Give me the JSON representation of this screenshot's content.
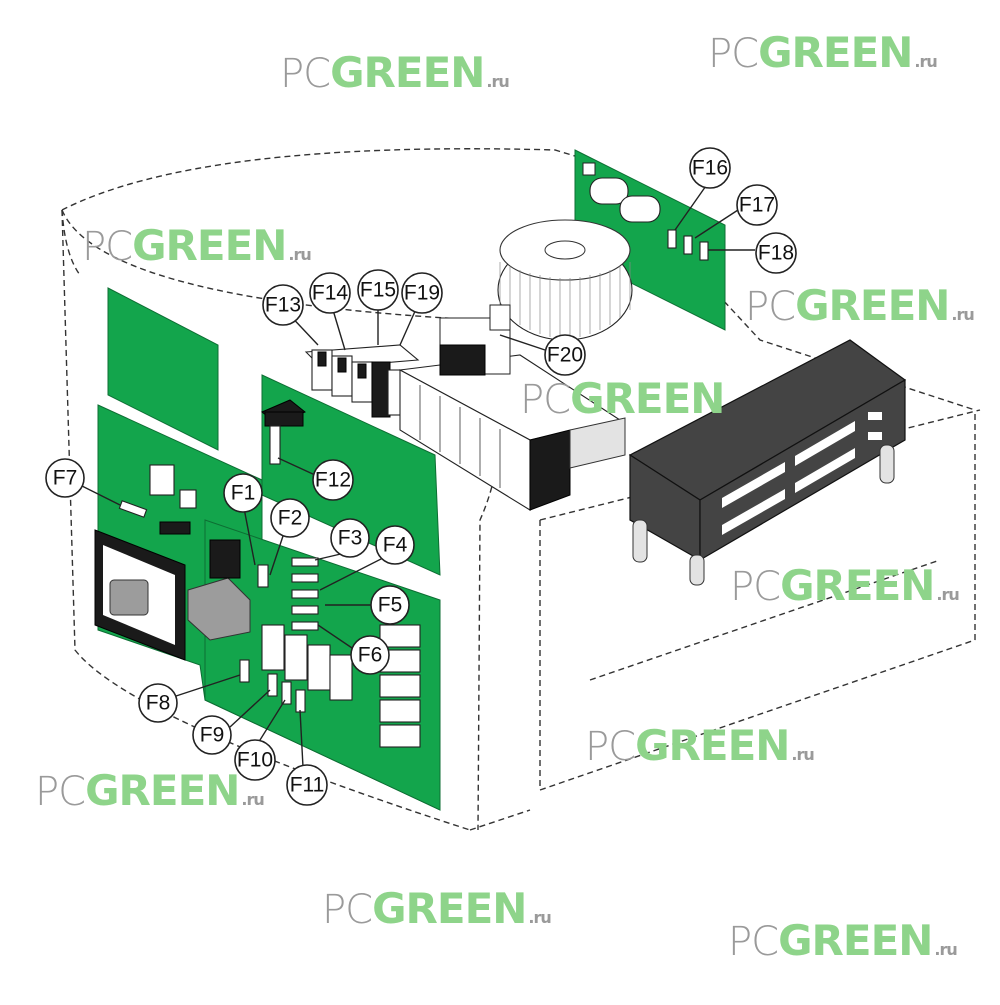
{
  "watermark": {
    "prefix": "PC",
    "brand": "GREEN",
    "suffix": ".ru"
  },
  "callouts": [
    {
      "id": "F1",
      "label": "F1"
    },
    {
      "id": "F2",
      "label": "F2"
    },
    {
      "id": "F3",
      "label": "F3"
    },
    {
      "id": "F4",
      "label": "F4"
    },
    {
      "id": "F5",
      "label": "F5"
    },
    {
      "id": "F6",
      "label": "F6"
    },
    {
      "id": "F7",
      "label": "F7"
    },
    {
      "id": "F8",
      "label": "F8"
    },
    {
      "id": "F9",
      "label": "F9"
    },
    {
      "id": "F10",
      "label": "F10"
    },
    {
      "id": "F11",
      "label": "F11"
    },
    {
      "id": "F12",
      "label": "F12"
    },
    {
      "id": "F13",
      "label": "F13"
    },
    {
      "id": "F14",
      "label": "F14"
    },
    {
      "id": "F15",
      "label": "F15"
    },
    {
      "id": "F16",
      "label": "F16"
    },
    {
      "id": "F17",
      "label": "F17"
    },
    {
      "id": "F18",
      "label": "F18"
    },
    {
      "id": "F19",
      "label": "F19"
    },
    {
      "id": "F20",
      "label": "F20"
    }
  ],
  "colors": {
    "pcb": "#13a54c",
    "watermark_brand": "#8ed48a",
    "watermark_prefix": "#9a9a9a"
  }
}
